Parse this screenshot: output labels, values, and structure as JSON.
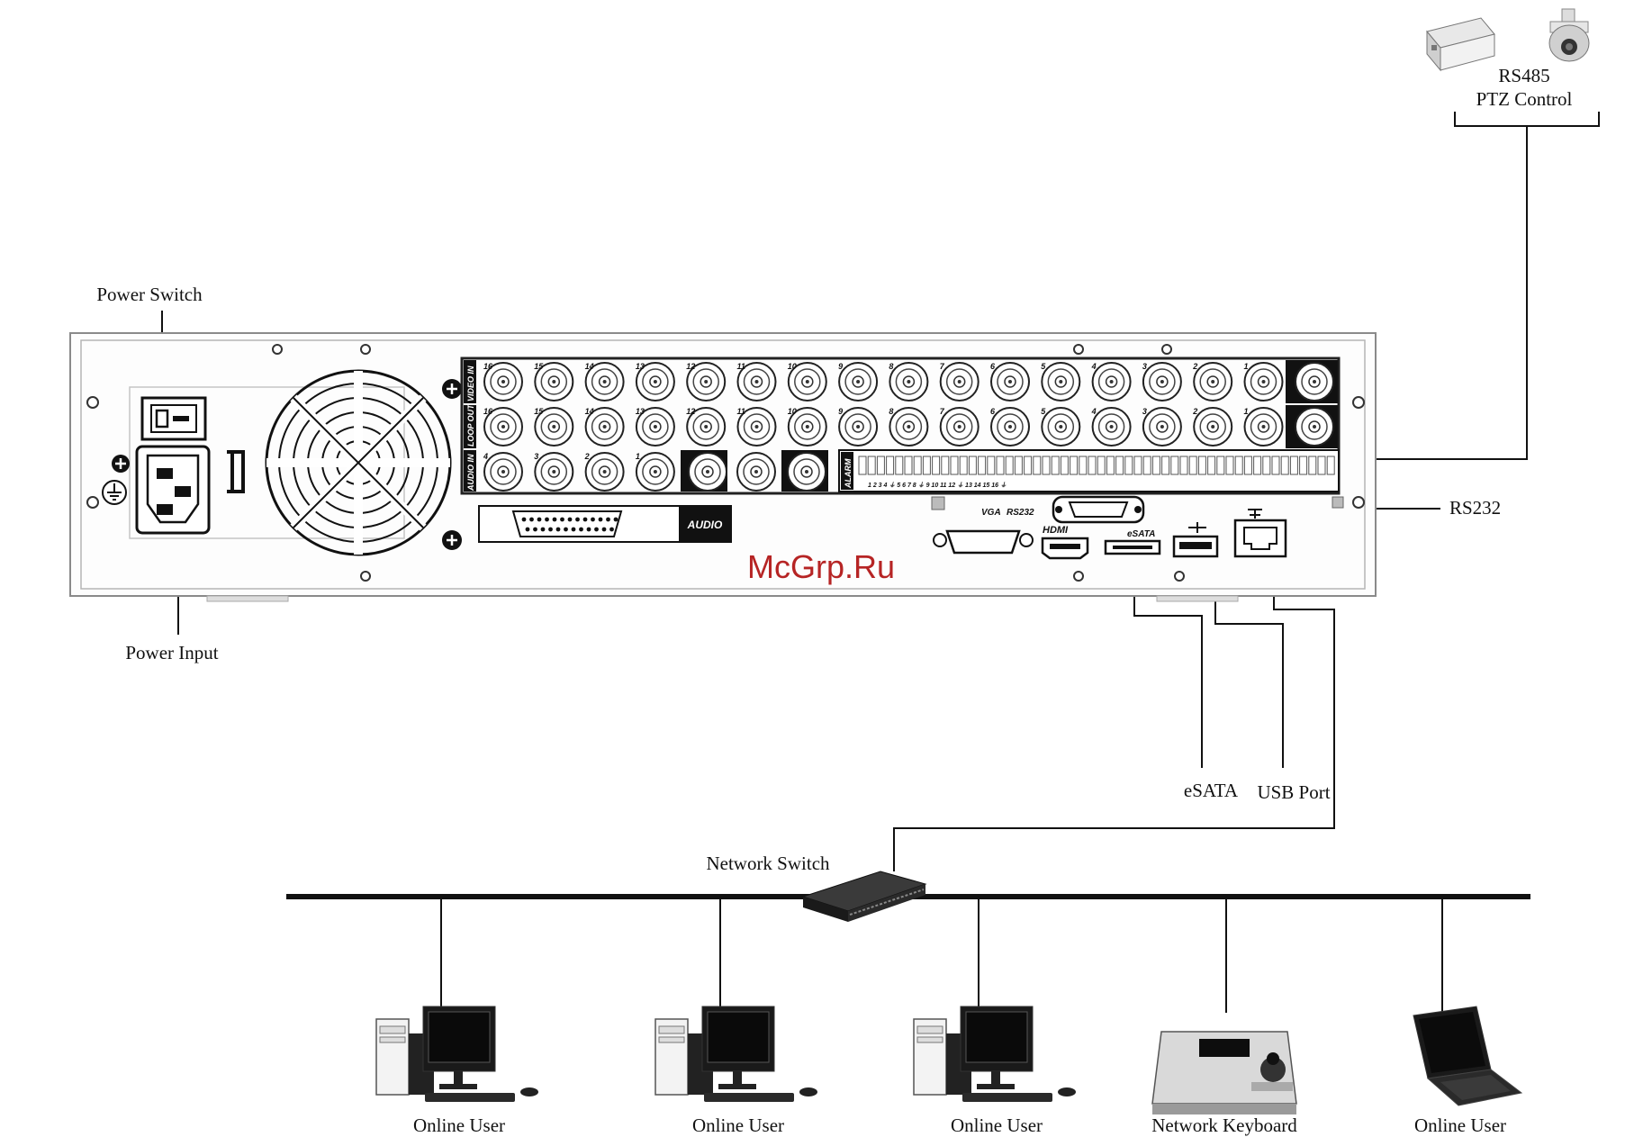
{
  "labels": {
    "power_switch": "Power Switch",
    "power_input": "Power Input",
    "rs485_line1": "RS485",
    "rs485_line2": "PTZ Control",
    "rs232": "RS232",
    "esata": "eSATA",
    "usb_port": "USB Port",
    "network_switch": "Network Switch",
    "watermark": "McGrp.Ru"
  },
  "panel_markings": {
    "video_in": "VIDEO IN",
    "loop_out": "LOOP OUT",
    "audio_in": "AUDIO IN",
    "audio": "AUDIO",
    "alarm": "ALARM",
    "vga": "VGA",
    "rs232_port": "RS232",
    "hdmi": "HDMI",
    "esata_port": "eSATA",
    "channels": [
      "16",
      "15",
      "14",
      "13",
      "12",
      "11",
      "10",
      "9",
      "8",
      "7",
      "6",
      "5",
      "4",
      "3",
      "2",
      "1"
    ],
    "audio_channels": [
      "4",
      "3",
      "2",
      "1"
    ],
    "alarm_numbers": "1 2 3 4 ⏚ 5 6 7 8 ⏚  9 10 11 12 ⏚ 13 14 15 16 ⏚"
  },
  "devices": [
    {
      "label": "Online User",
      "kind": "desktop-pc"
    },
    {
      "label": "Online User",
      "kind": "desktop-pc"
    },
    {
      "label": "Online User",
      "kind": "desktop-pc"
    },
    {
      "label": "Network Keyboard",
      "kind": "ptz-keyboard"
    },
    {
      "label": "Online User",
      "kind": "laptop"
    }
  ],
  "colors": {
    "line": "#111111",
    "panel_border": "#8a8a8a",
    "connector_dark": "#111111",
    "watermark": "#b01212"
  }
}
